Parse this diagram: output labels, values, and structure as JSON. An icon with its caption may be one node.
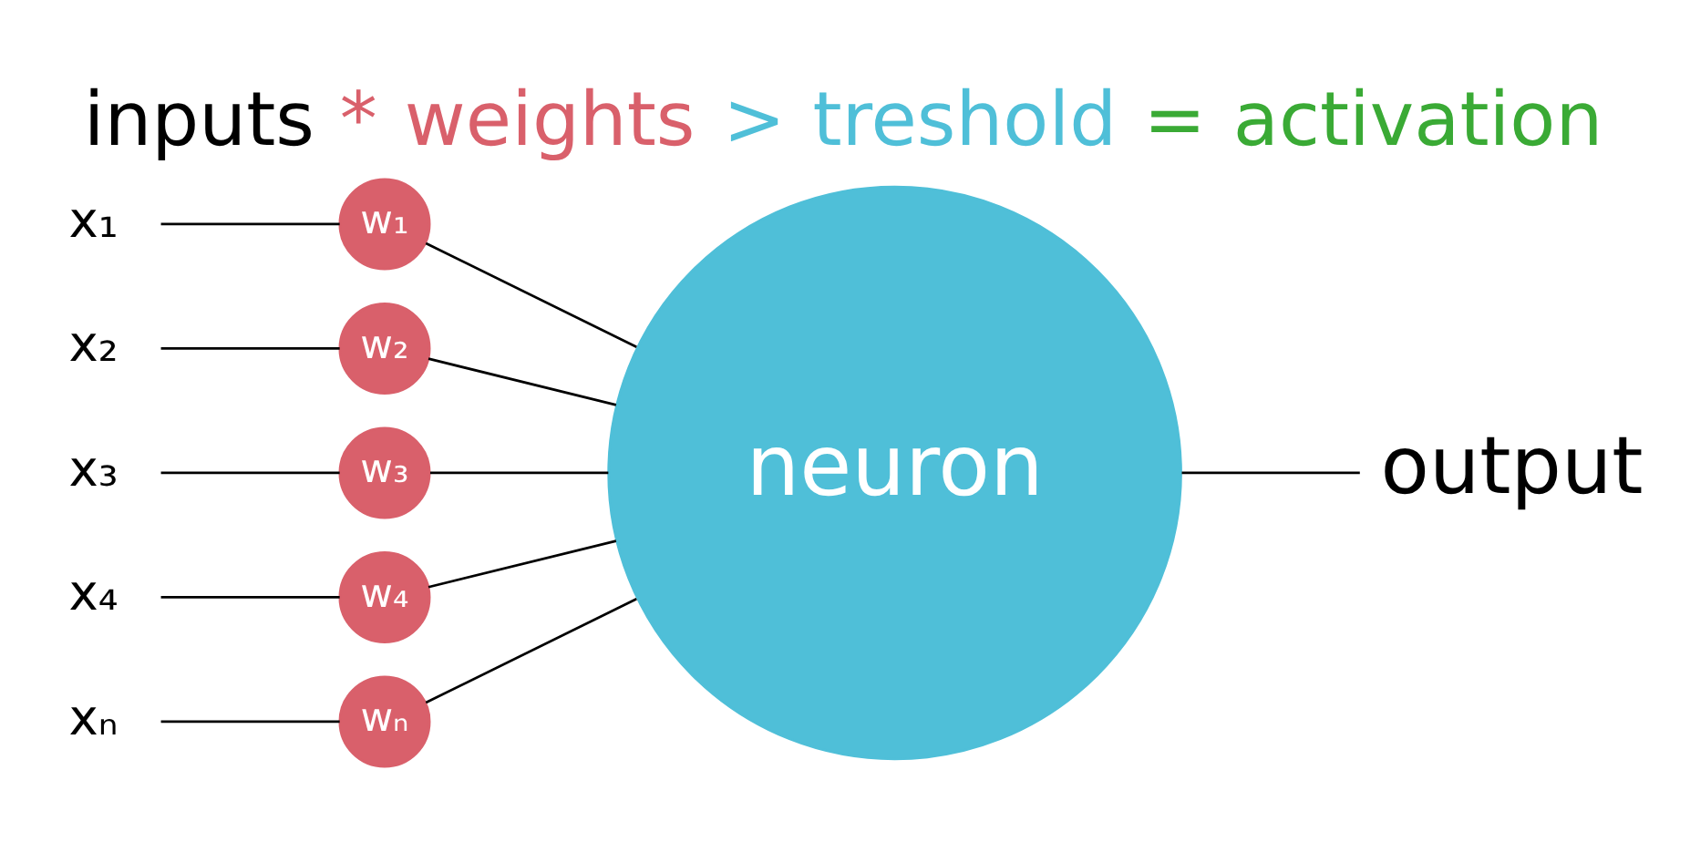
{
  "diagram": {
    "title": "inputs * weights > treshold = activation",
    "nodes": [
      {
        "text": [
          "x₁"
        ]
      },
      {
        "text": [
          "x₂"
        ]
      },
      {
        "text": [
          "x₃"
        ]
      },
      {
        "text": [
          "x₄"
        ]
      },
      {
        "text": [
          "xₙ"
        ]
      },
      {
        "text": [
          "w₁"
        ]
      },
      {
        "text": [
          "w₂"
        ]
      },
      {
        "text": [
          "w₃"
        ]
      },
      {
        "text": [
          "w₄"
        ]
      },
      {
        "text": [
          "wₙ"
        ]
      },
      {
        "text": [
          "neuron"
        ]
      },
      {
        "text": [
          "output"
        ]
      }
    ],
    "edges": [
      {
        "from": 0,
        "to": 5,
        "arrow": "none"
      },
      {
        "from": 5,
        "to": 10,
        "arrow": "none"
      },
      {
        "from": 1,
        "to": 6,
        "arrow": "none"
      },
      {
        "from": 6,
        "to": 10,
        "arrow": "none"
      },
      {
        "from": 2,
        "to": 7,
        "arrow": "none"
      },
      {
        "from": 7,
        "to": 10,
        "arrow": "none"
      },
      {
        "from": 3,
        "to": 8,
        "arrow": "none"
      },
      {
        "from": 8,
        "to": 10,
        "arrow": "none"
      },
      {
        "from": 4,
        "to": 9,
        "arrow": "none"
      },
      {
        "from": 9,
        "to": 10,
        "arrow": "none"
      },
      {
        "from": 10,
        "to": 11,
        "arrow": "none"
      }
    ]
  }
}
